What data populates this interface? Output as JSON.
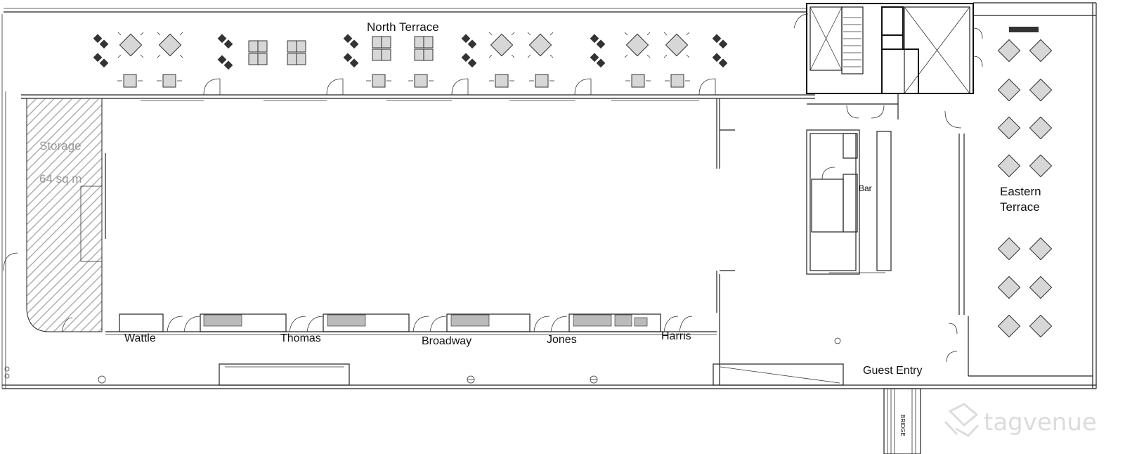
{
  "labels": {
    "north_terrace": "North Terrace",
    "storage": "Storage",
    "storage_area": "64 sq m",
    "bar": "Bar",
    "eastern_terrace_line1": "Eastern",
    "eastern_terrace_line2": "Terrace",
    "guest_entry": "Guest Entry",
    "bridge": "BRIDGE",
    "rooms": [
      "Wattle",
      "Thomas",
      "Broadway",
      "Jones",
      "Harris"
    ]
  },
  "watermark": "tagvenue",
  "colors": {
    "wall": "#222222",
    "table_fill": "#d7d7d7",
    "storage_hatch": "#b0b0b0",
    "watermark": "#dcdcdc"
  },
  "icons": [
    "tagvenue-logo-icon",
    "door-swing-icon",
    "table-icon",
    "chair-icon"
  ]
}
